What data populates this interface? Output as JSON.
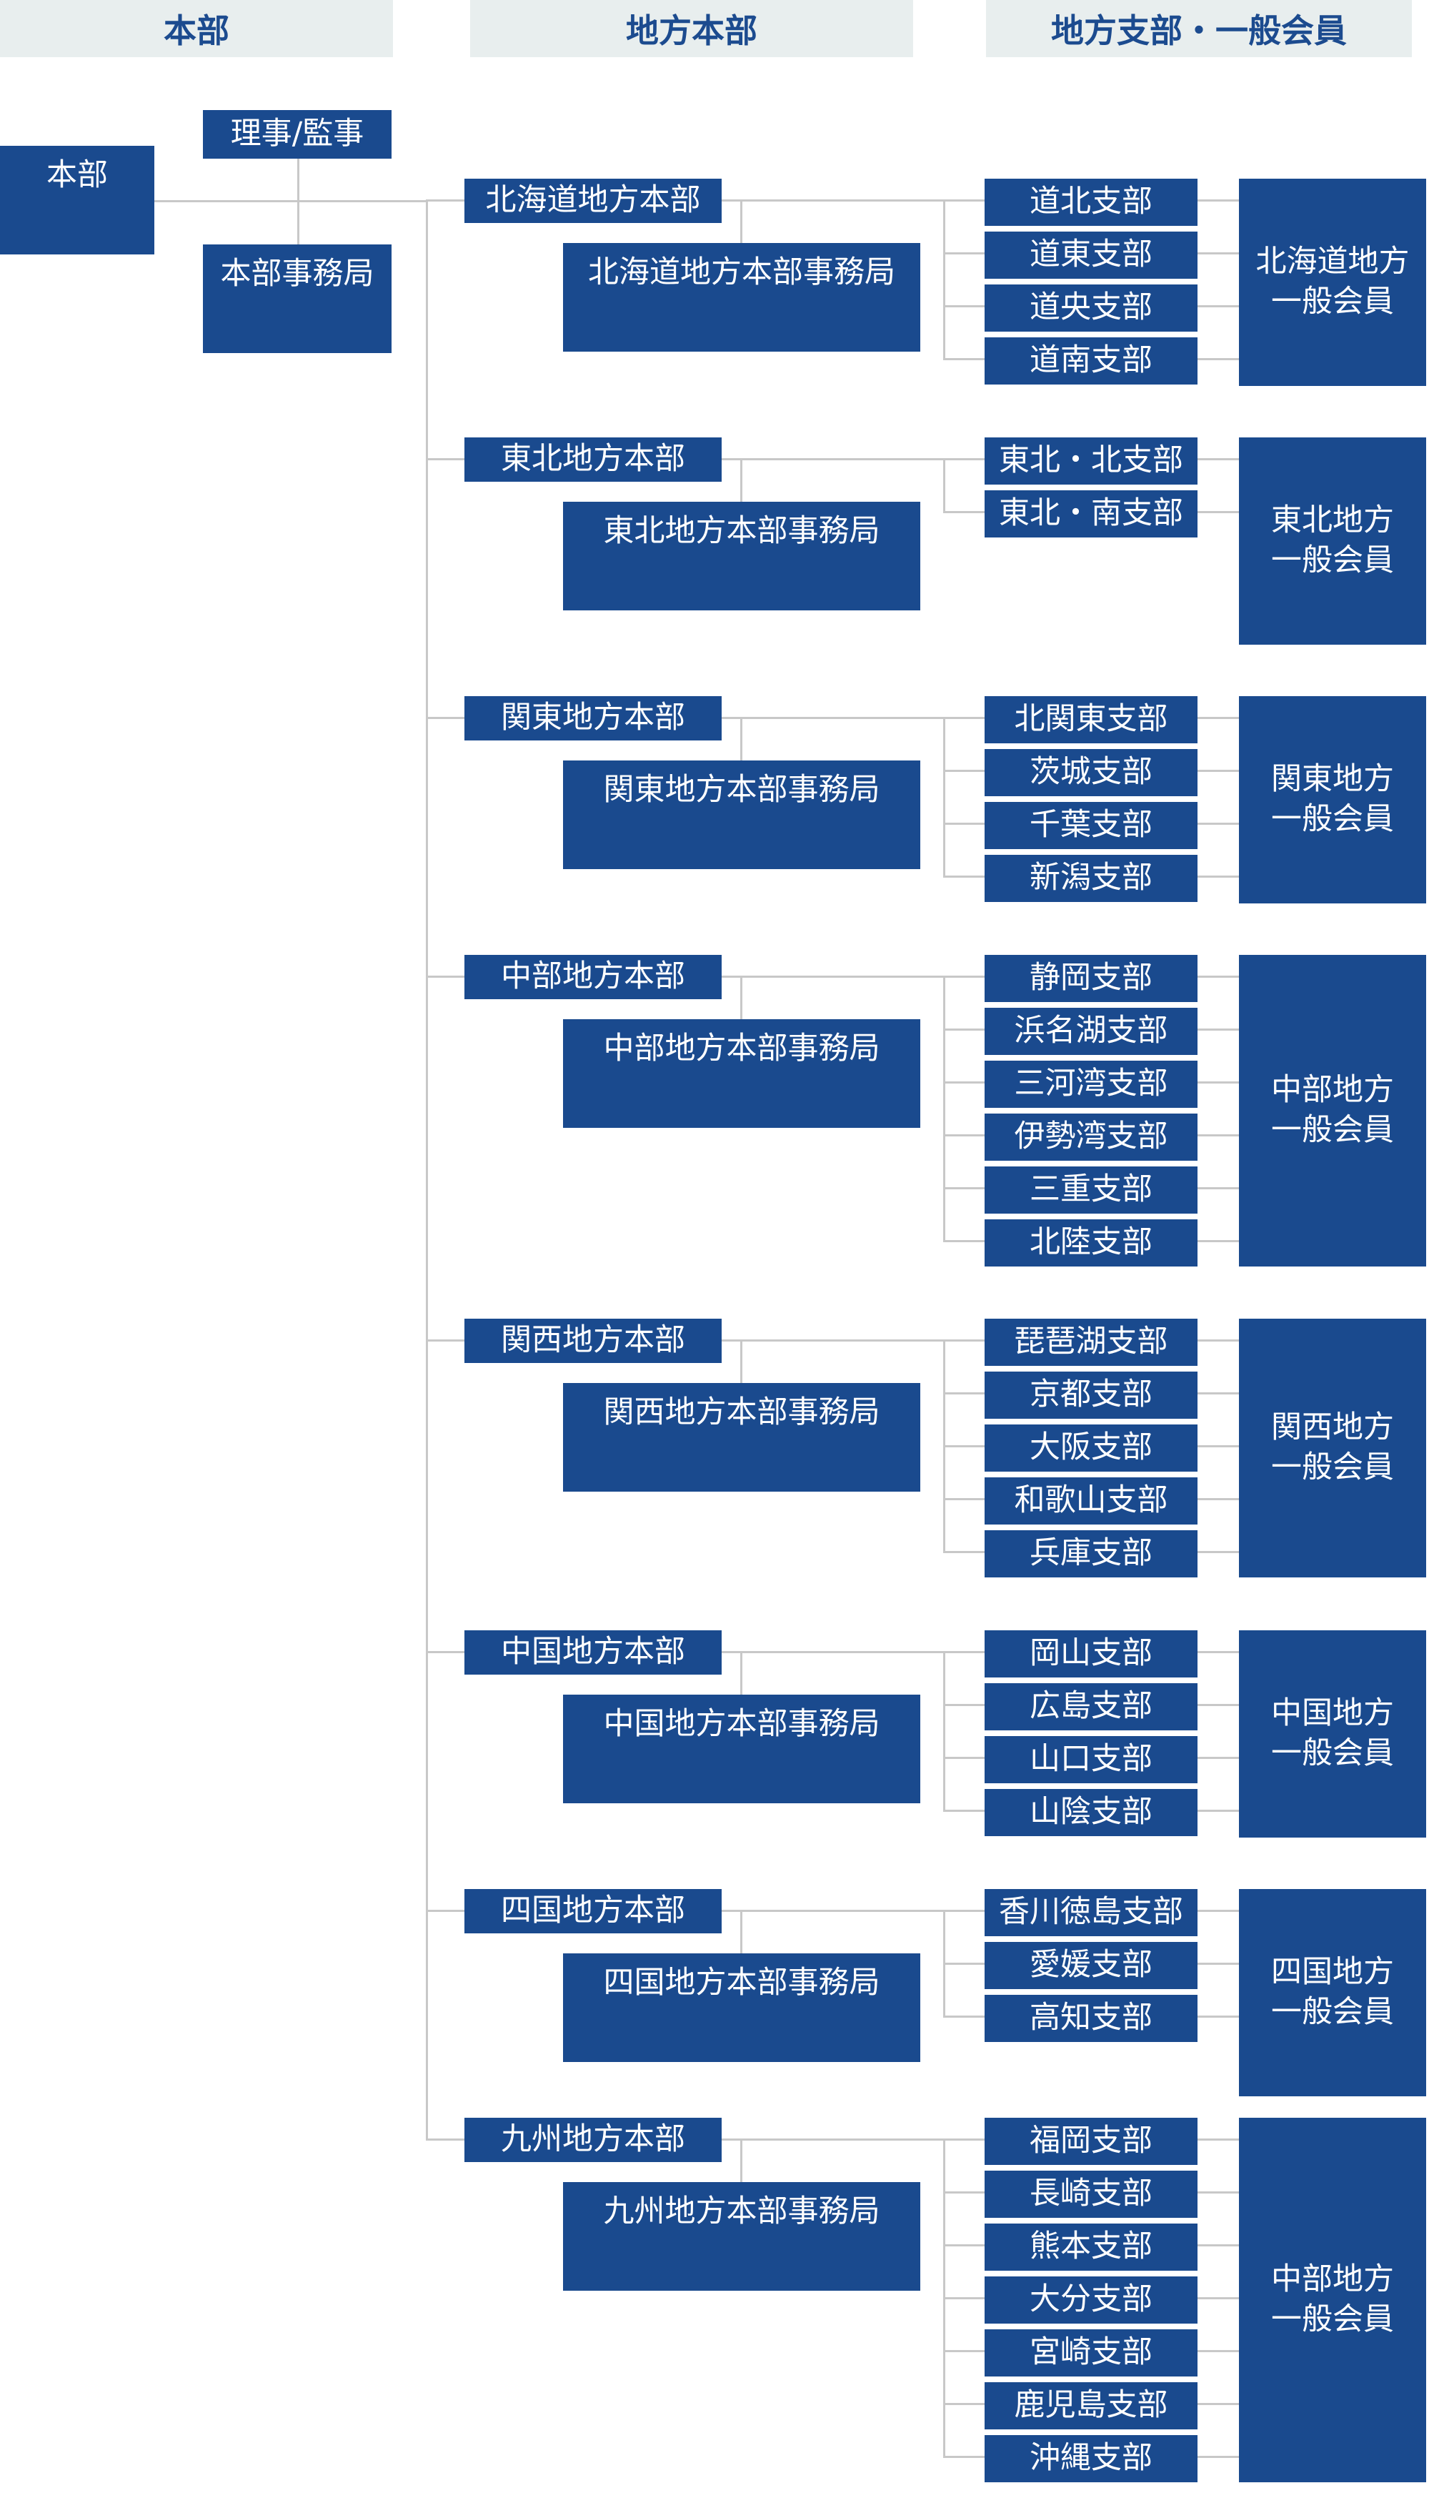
{
  "headers": {
    "honbu": "本部",
    "chiho_honbu": "地方本部",
    "shibu_ippan": "地方支部・一般会員"
  },
  "hq": {
    "honbu": "本部",
    "riji": "理事/監事",
    "jimukyoku": "本部事務局"
  },
  "regions": [
    {
      "name": "北海道地方本部",
      "office": "北海道地方本部事務局",
      "branches": [
        "道北支部",
        "道東支部",
        "道央支部",
        "道南支部"
      ],
      "members": "北海道地方 一般会員"
    },
    {
      "name": "東北地方本部",
      "office": "東北地方本部事務局",
      "branches": [
        "東北・北支部",
        "東北・南支部"
      ],
      "members": "東北地方 一般会員"
    },
    {
      "name": "関東地方本部",
      "office": "関東地方本部事務局",
      "branches": [
        "北関東支部",
        "茨城支部",
        "千葉支部",
        "新潟支部"
      ],
      "members": "関東地方 一般会員"
    },
    {
      "name": "中部地方本部",
      "office": "中部地方本部事務局",
      "branches": [
        "静岡支部",
        "浜名湖支部",
        "三河湾支部",
        "伊勢湾支部",
        "三重支部",
        "北陸支部"
      ],
      "members": "中部地方 一般会員"
    },
    {
      "name": "関西地方本部",
      "office": "関西地方本部事務局",
      "branches": [
        "琵琶湖支部",
        "京都支部",
        "大阪支部",
        "和歌山支部",
        "兵庫支部"
      ],
      "members": "関西地方 一般会員"
    },
    {
      "name": "中国地方本部",
      "office": "中国地方本部事務局",
      "branches": [
        "岡山支部",
        "広島支部",
        "山口支部",
        "山陰支部"
      ],
      "members": "中国地方 一般会員"
    },
    {
      "name": "四国地方本部",
      "office": "四国地方本部事務局",
      "branches": [
        "香川徳島支部",
        "愛媛支部",
        "高知支部"
      ],
      "members": "四国地方 一般会員"
    },
    {
      "name": "九州地方本部",
      "office": "九州地方本部事務局",
      "branches": [
        "福岡支部",
        "長崎支部",
        "熊本支部",
        "大分支部",
        "宮崎支部",
        "鹿児島支部",
        "沖縄支部"
      ],
      "members": "中部地方 一般会員"
    }
  ]
}
